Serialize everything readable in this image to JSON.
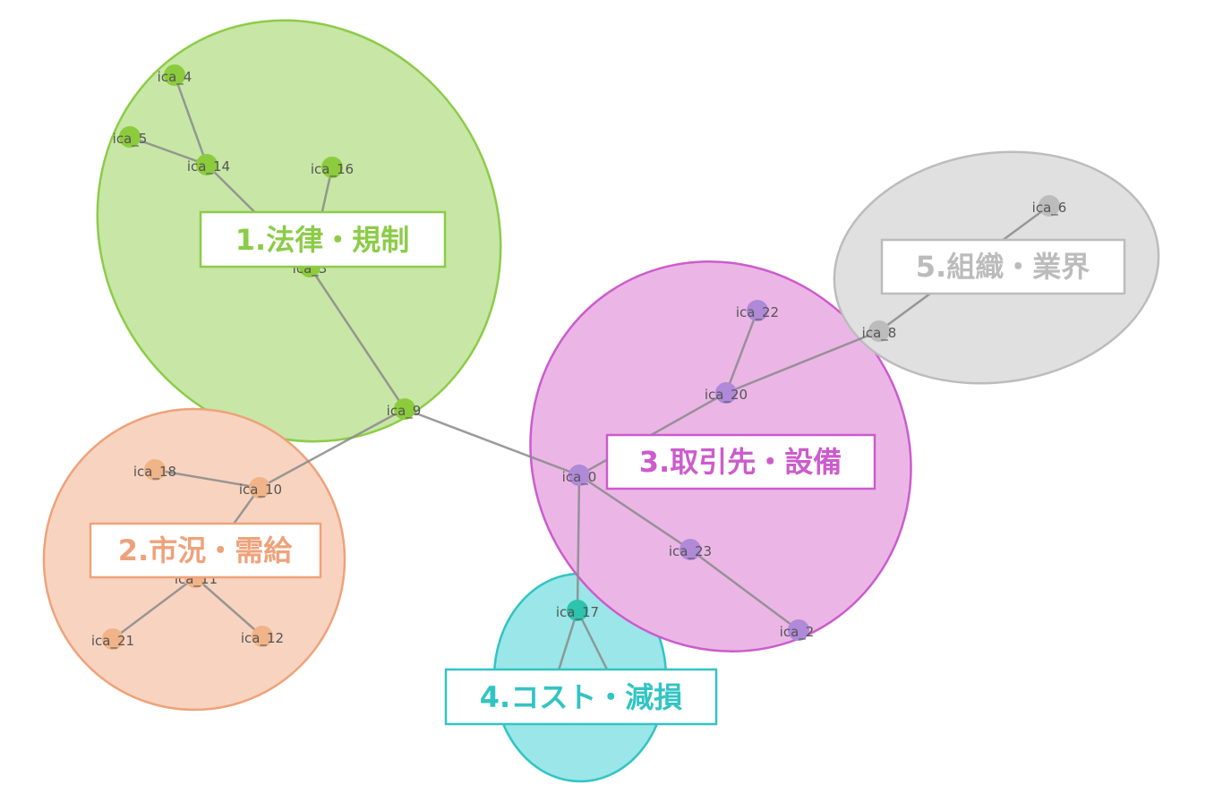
{
  "clusters": [
    {
      "id": "c1",
      "label": "1.法律・規制",
      "fill": "#c8e6a6",
      "stroke": "#8ccc48",
      "text_color": "#8ccc48"
    },
    {
      "id": "c2",
      "label": "2.市況・需給",
      "fill": "#f8d4c0",
      "stroke": "#eea27a",
      "text_color": "#eea27a"
    },
    {
      "id": "c3",
      "label": "3.取引先・設備",
      "fill": "#ebb6e6",
      "stroke": "#cc5ccc",
      "text_color": "#cc5ccc"
    },
    {
      "id": "c4",
      "label": "4.コスト・減損",
      "fill": "#9ae6e8",
      "stroke": "#32c4c4",
      "text_color": "#32c4c4"
    },
    {
      "id": "c5",
      "label": "5.組織・業界",
      "fill": "#e0e0e0",
      "stroke": "#bcbcbc",
      "text_color": "#bcbcbc"
    }
  ],
  "nodes": [
    {
      "id": "ica_4",
      "label": "ica_4",
      "cluster": "c1",
      "color": "#8ccc3c"
    },
    {
      "id": "ica_5",
      "label": "ica_5",
      "cluster": "c1",
      "color": "#8ccc3c"
    },
    {
      "id": "ica_14",
      "label": "ica_14",
      "cluster": "c1",
      "color": "#8ccc3c"
    },
    {
      "id": "ica_16",
      "label": "ica_16",
      "cluster": "c1",
      "color": "#8ccc3c"
    },
    {
      "id": "ica_3",
      "label": "ica_3",
      "cluster": "c1",
      "color": "#8ccc3c"
    },
    {
      "id": "ica_9",
      "label": "ica_9",
      "cluster": "c1",
      "color": "#8ccc3c"
    },
    {
      "id": "ica_18",
      "label": "ica_18",
      "cluster": "c2",
      "color": "#f0b488"
    },
    {
      "id": "ica_10",
      "label": "ica_10",
      "cluster": "c2",
      "color": "#f0b488"
    },
    {
      "id": "ica_11",
      "label": "ica_11",
      "cluster": "c2",
      "color": "#f0b488"
    },
    {
      "id": "ica_21",
      "label": "ica_21",
      "cluster": "c2",
      "color": "#f0b488"
    },
    {
      "id": "ica_12",
      "label": "ica_12",
      "cluster": "c2",
      "color": "#f0b488"
    },
    {
      "id": "ica_22",
      "label": "ica_22",
      "cluster": "c3",
      "color": "#b08ad8"
    },
    {
      "id": "ica_20",
      "label": "ica_20",
      "cluster": "c3",
      "color": "#b08ad8"
    },
    {
      "id": "ica_0",
      "label": "ica_0",
      "cluster": "c3",
      "color": "#b08ad8"
    },
    {
      "id": "ica_23",
      "label": "ica_23",
      "cluster": "c3",
      "color": "#b08ad8"
    },
    {
      "id": "ica_2",
      "label": "ica_2",
      "cluster": "c3",
      "color": "#b08ad8"
    },
    {
      "id": "ica_17",
      "label": "ica_17",
      "cluster": "c4",
      "color": "#2cc4ae"
    },
    {
      "id": "ica_6",
      "label": "ica_6",
      "cluster": "c5",
      "color": "#bcbcbc"
    },
    {
      "id": "ica_8",
      "label": "ica_8",
      "cluster": "c5",
      "color": "#bcbcbc"
    }
  ],
  "edges": [
    [
      "ica_4",
      "ica_14"
    ],
    [
      "ica_5",
      "ica_14"
    ],
    [
      "ica_14",
      "ica_3"
    ],
    [
      "ica_16",
      "ica_3"
    ],
    [
      "ica_3",
      "ica_9"
    ],
    [
      "ica_9",
      "ica_10"
    ],
    [
      "ica_9",
      "ica_0"
    ],
    [
      "ica_18",
      "ica_10"
    ],
    [
      "ica_10",
      "ica_11"
    ],
    [
      "ica_11",
      "ica_21"
    ],
    [
      "ica_11",
      "ica_12"
    ],
    [
      "ica_22",
      "ica_20"
    ],
    [
      "ica_20",
      "ica_0"
    ],
    [
      "ica_20",
      "ica_8"
    ],
    [
      "ica_0",
      "ica_23"
    ],
    [
      "ica_23",
      "ica_2"
    ],
    [
      "ica_0",
      "ica_17"
    ],
    [
      "ica_6",
      "ica_8"
    ]
  ],
  "edge_color": "#8a8a8a"
}
